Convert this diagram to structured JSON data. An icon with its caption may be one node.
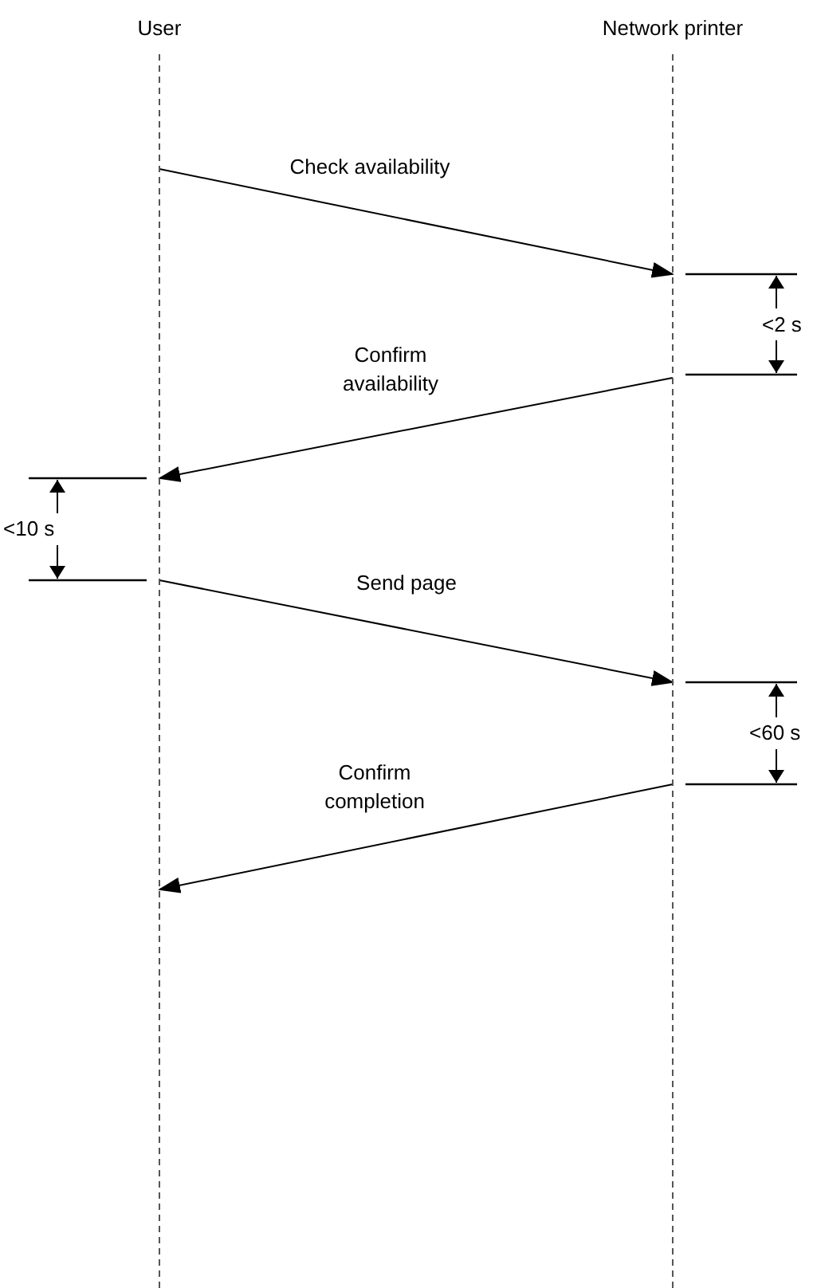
{
  "diagram": {
    "nodes": [
      {
        "text": [
          "User"
        ]
      },
      {
        "text": [
          "Network printer"
        ]
      }
    ],
    "edges": [
      {
        "from": 0,
        "to": 1,
        "arrow": "to",
        "label": "Check availability"
      },
      {
        "from": 1,
        "to": 0,
        "arrow": "to",
        "label": "Confirm availability"
      },
      {
        "from": 0,
        "to": 1,
        "arrow": "to",
        "label": "Send page"
      },
      {
        "from": 1,
        "to": 0,
        "arrow": "to",
        "label": "Confirm completion"
      }
    ],
    "labels": [
      "<2 s",
      "<10 s",
      "<60 s"
    ]
  }
}
